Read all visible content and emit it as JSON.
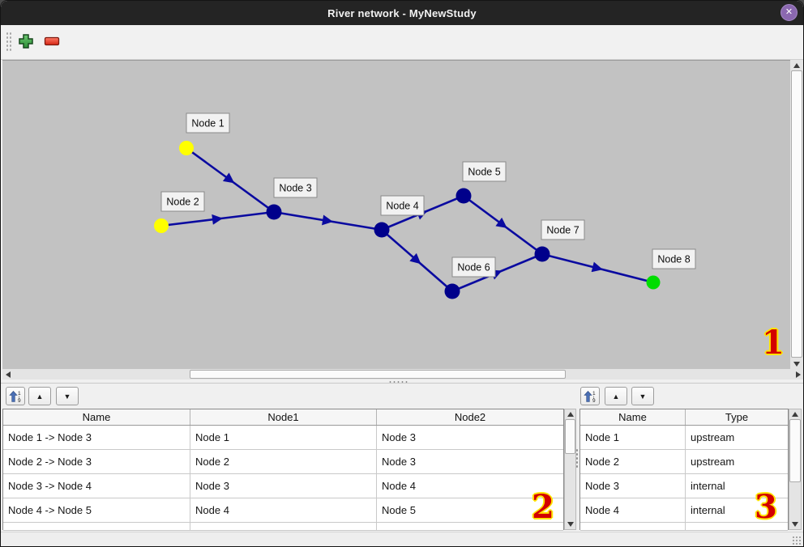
{
  "window": {
    "title": "River network - MyNewStudy"
  },
  "icons": {
    "close_x": "✕",
    "up_triangle": "▲",
    "down_triangle": "▼",
    "sort_top": "1",
    "sort_bottom": "9"
  },
  "canvas": {
    "annotation": "1",
    "network": {
      "nodes": [
        {
          "label": "Node 1",
          "type": "upstream",
          "color": "#ffff00"
        },
        {
          "label": "Node 2",
          "type": "upstream",
          "color": "#ffff00"
        },
        {
          "label": "Node 3",
          "type": "internal",
          "color": "#00008b"
        },
        {
          "label": "Node 4",
          "type": "internal",
          "color": "#00008b"
        },
        {
          "label": "Node 5",
          "type": "internal",
          "color": "#00008b"
        },
        {
          "label": "Node 6",
          "type": "internal",
          "color": "#00008b"
        },
        {
          "label": "Node 7",
          "type": "internal",
          "color": "#00008b"
        },
        {
          "label": "Node 8",
          "type": "downstream",
          "color": "#00dd00"
        }
      ],
      "edges": [
        "Node 1 -> Node 3",
        "Node 2 -> Node 3",
        "Node 3 -> Node 4",
        "Node 4 -> Node 5",
        "Node 4 -> Node 6",
        "Node 5 -> Node 7",
        "Node 6 -> Node 7",
        "Node 7 -> Node 8"
      ]
    }
  },
  "reaches_panel": {
    "annotation": "2",
    "headers": [
      "Name",
      "Node1",
      "Node2"
    ],
    "rows": [
      {
        "name": "Node 1 -> Node 3",
        "node1": "Node 1",
        "node2": "Node 3"
      },
      {
        "name": "Node 2 -> Node 3",
        "node1": "Node 2",
        "node2": "Node 3"
      },
      {
        "name": "Node 3 -> Node 4",
        "node1": "Node 3",
        "node2": "Node 4"
      },
      {
        "name": "Node 4 -> Node 5",
        "node1": "Node 4",
        "node2": "Node 5"
      }
    ]
  },
  "nodes_panel": {
    "annotation": "3",
    "headers": [
      "Name",
      "Type"
    ],
    "rows": [
      {
        "name": "Node 1",
        "type": "upstream"
      },
      {
        "name": "Node 2",
        "type": "upstream"
      },
      {
        "name": "Node 3",
        "type": "internal"
      },
      {
        "name": "Node 4",
        "type": "internal"
      }
    ]
  },
  "colors": {
    "titlebar_bg": "#242424",
    "close_button": "#8b68b0",
    "canvas_bg": "#c2c2c2",
    "edge": "#0a0aa0",
    "upstream_node": "#ffff00",
    "internal_node": "#00008b",
    "downstream_node": "#00dd00",
    "annotation_fill": "#d30000",
    "annotation_outline": "#ffe400"
  }
}
